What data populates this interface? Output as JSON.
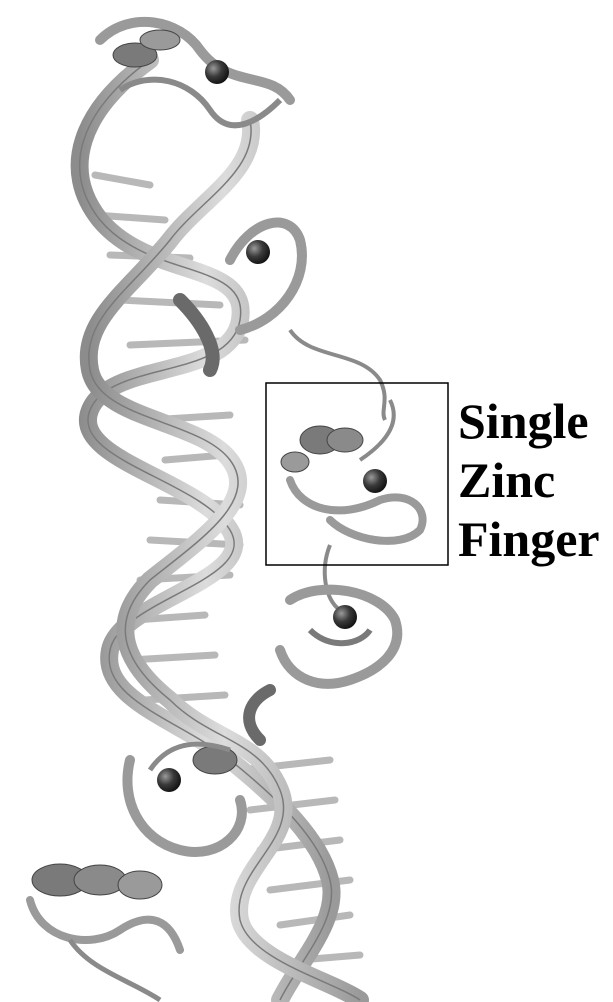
{
  "figure": {
    "description_icon": "dna-zinc-finger-protein-complex-icon",
    "colors": {
      "background": "#ffffff",
      "dna_ribbon": "#c8c8c8",
      "dna_ribbon_shade": "#8c8c8c",
      "protein_ribbon": "#a0a0a0",
      "protein_shade": "#6a6a6a",
      "zinc_atom": "#3a3a3a",
      "box_stroke": "#000000"
    }
  },
  "label": {
    "line1": "Single",
    "line2": "Zinc",
    "line3": "Finger"
  }
}
